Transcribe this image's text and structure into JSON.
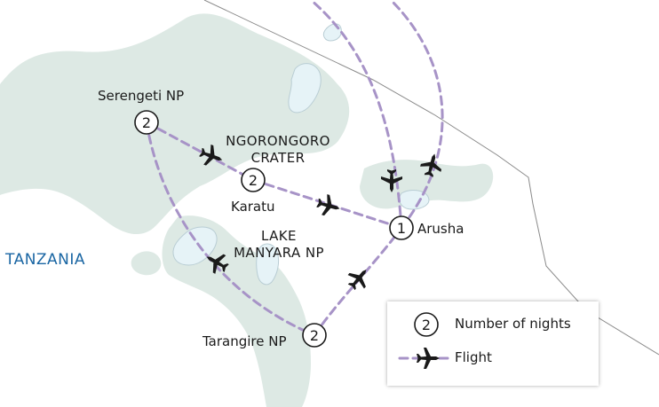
{
  "map": {
    "country_label": "TANZANIA",
    "colors": {
      "land": "#dde9e4",
      "water": "#e6f3f7",
      "water_stroke": "#b9cdd4",
      "route": "#a793c7",
      "border": "#8a8a8a",
      "country_text": "#1a66a3",
      "ink": "#1a1a1a"
    },
    "places": {
      "serengeti": {
        "name": "Serengeti NP",
        "nights": "2"
      },
      "karatu": {
        "name": "Karatu",
        "nights": "2"
      },
      "arusha": {
        "name": "Arusha",
        "nights": "1"
      },
      "tarangire": {
        "name": "Tarangire NP",
        "nights": "2"
      }
    },
    "areas": {
      "ngorongoro": [
        "NGORONGORO",
        "CRATER"
      ],
      "manyara": [
        "LAKE",
        "MANYARA NP"
      ]
    },
    "icons": {
      "stop_marker": "numbered-circle-icon",
      "flight": "airplane-icon"
    }
  },
  "legend": {
    "nights_sample": "2",
    "nights_label": "Number of nights",
    "flight_label": "Flight"
  }
}
